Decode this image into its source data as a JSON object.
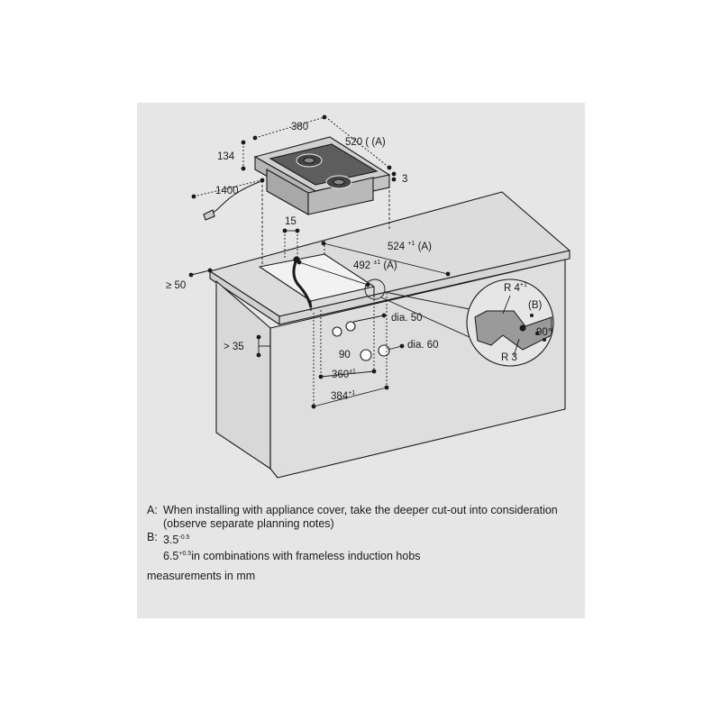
{
  "dimensions": {
    "width": "380",
    "depth_prefix": "520",
    "depth_ref": "(A)",
    "height": "134",
    "cable": "1400",
    "edge": "3",
    "offset": "15",
    "cutout_depth": "524",
    "cutout_depth_tol": "+1",
    "cutout_depth_ref": "(A)",
    "cutout_width": "492",
    "cutout_width_tol": "±1",
    "cutout_width_ref": "(A)",
    "wall_gap": "≥ 50",
    "front_gap": "> 35",
    "hole_small": "dia. 50",
    "hole_large": "dia. 60",
    "hole_offset": "90",
    "hole_spacing": "360",
    "hole_spacing_tol": "±1",
    "hole_total": "384",
    "hole_total_tol": "+1"
  },
  "detail": {
    "radius_top": "R 4",
    "radius_top_tol": "+1",
    "ref": "(B)",
    "angle": "90°",
    "radius_bottom": "R 3"
  },
  "notes": {
    "a_key": "A:",
    "a_text": "When installing with appliance cover, take the deeper cut-out into consideration (observe separate planning notes)",
    "b_key": "B:",
    "b_value": "3.5",
    "b_tol": "-0.5",
    "b_alt_value": "6.5",
    "b_alt_tol": "+0.5",
    "b_alt_text": "in combinations with frameless induction hobs",
    "units": "measurements in mm"
  }
}
